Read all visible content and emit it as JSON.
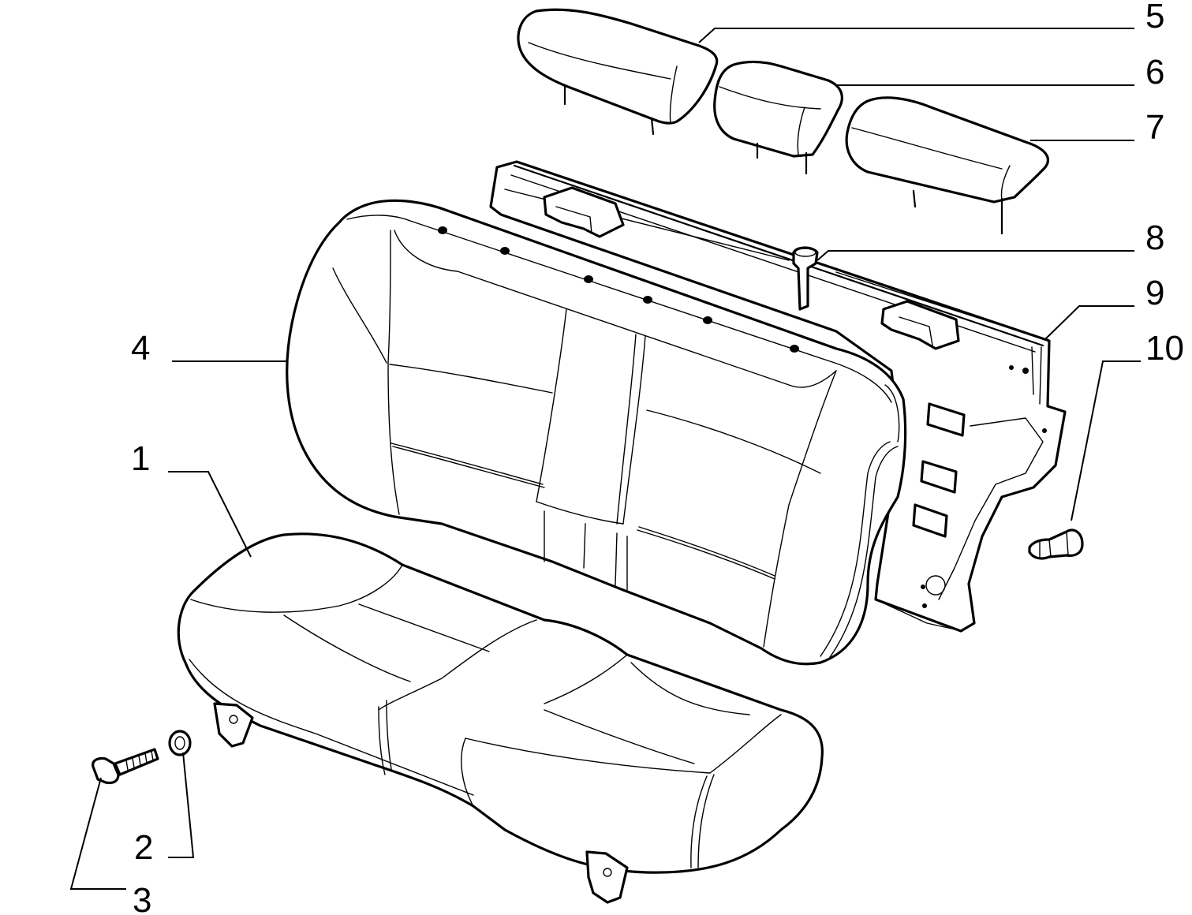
{
  "diagram": {
    "callouts": [
      {
        "id": "1",
        "text": "1"
      },
      {
        "id": "2",
        "text": "2"
      },
      {
        "id": "3",
        "text": "3"
      },
      {
        "id": "4",
        "text": "4"
      },
      {
        "id": "5",
        "text": "5"
      },
      {
        "id": "6",
        "text": "6"
      },
      {
        "id": "7",
        "text": "7"
      },
      {
        "id": "8",
        "text": "8"
      },
      {
        "id": "9",
        "text": "9"
      },
      {
        "id": "10",
        "text": "10"
      }
    ],
    "colors": {
      "line": "#000000",
      "background": "#ffffff"
    }
  }
}
